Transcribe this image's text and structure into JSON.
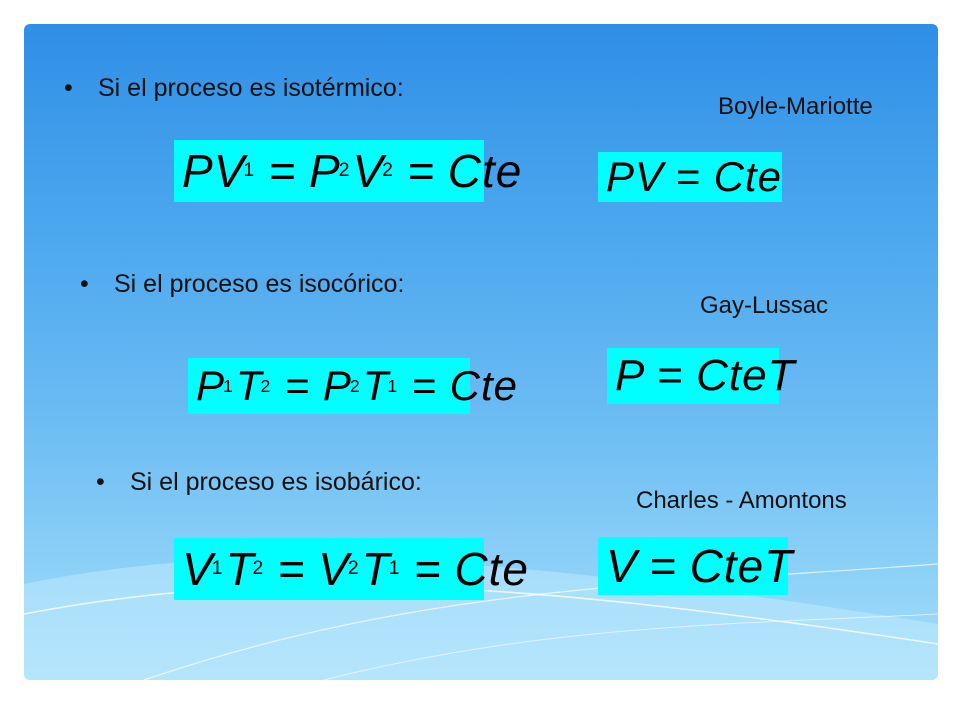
{
  "bullets": {
    "isotermico": "Si el proceso es isotérmico:",
    "isocorico": "Si el proceso es isocórico:",
    "isobarico": "Si el proceso es isobárico:",
    "symbol": "•"
  },
  "laws": {
    "boyle": "Boyle-Mariotte",
    "gay": "Gay-Lussac",
    "charles": "Charles - Amontons"
  },
  "colors": {
    "equation_bg": "#00ffff",
    "slide_top": "#2f8fe6",
    "slide_bottom": "#a9e0fb"
  }
}
